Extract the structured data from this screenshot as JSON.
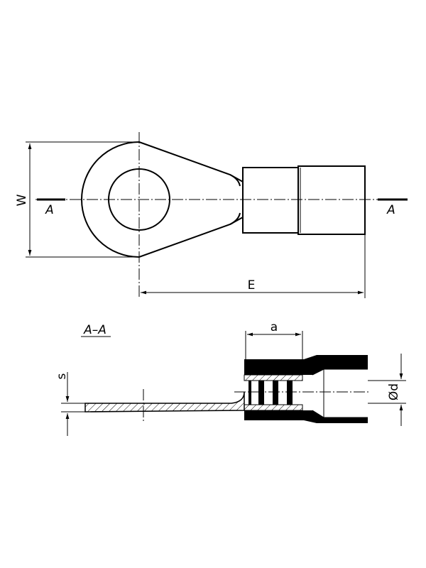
{
  "top_view": {
    "dim_width": "W",
    "dim_length": "E",
    "section_mark_left": "A",
    "section_mark_right": "A"
  },
  "section_view": {
    "title": "A–A",
    "dim_barrel": "a",
    "dim_thickness": "s",
    "dim_diameter": "Ød"
  }
}
